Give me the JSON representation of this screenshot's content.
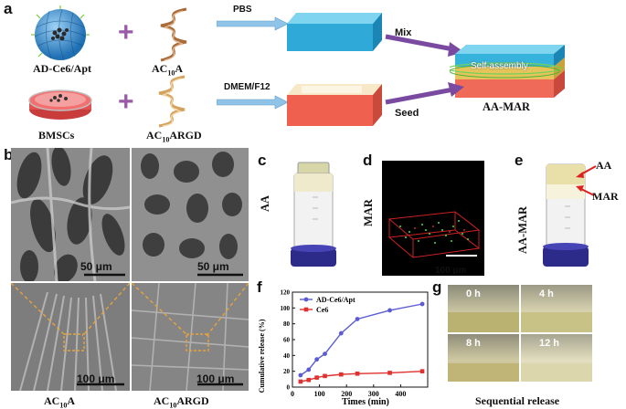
{
  "panel_a": {
    "letter": "a",
    "ad_ce6_label": "AD-Ce6/Apt",
    "ac10a_prefix": "AC",
    "ac10a_sub": "10",
    "ac10a_suffix": "A",
    "bmsc_label": "BMSCs",
    "ac10argd_prefix": "AC",
    "ac10argd_sub": "10",
    "ac10argd_suffix": "ARGD",
    "arrow_pbs": "PBS",
    "arrow_dmem": "DMEM/F12",
    "arrow_mix": "Mix",
    "arrow_seed": "Seed",
    "self_assembly": "Self-assembly",
    "result_label": "AA-MAR",
    "plus_sign": "+"
  },
  "panel_b": {
    "letter": "b",
    "scale_top_left": "50 μm",
    "scale_top_right": "50 μm",
    "scale_bottom_left": "100 μm",
    "scale_bottom_right": "100 μm",
    "cap_left_prefix": "AC",
    "cap_left_sub": "10",
    "cap_left_suffix": "A",
    "cap_right_prefix": "AC",
    "cap_right_sub": "10",
    "cap_right_suffix": "ARGD"
  },
  "panel_c": {
    "letter": "c",
    "side_label": "AA"
  },
  "panel_d": {
    "letter": "d",
    "side_label": "MAR",
    "scale": "100 μm"
  },
  "panel_e": {
    "letter": "e",
    "side_label": "AA-MAR",
    "arrow_top": "AA",
    "arrow_bottom": "MAR"
  },
  "panel_f": {
    "letter": "f",
    "chart_data": {
      "type": "line",
      "xlabel": "Times (min)",
      "ylabel": "Cumulative release (%)",
      "xlim": [
        0,
        500
      ],
      "ylim": [
        0,
        120
      ],
      "xticks": [
        "0",
        "100",
        "200",
        "300",
        "400"
      ],
      "yticks": [
        "0",
        "20",
        "40",
        "60",
        "80",
        "100",
        "120"
      ],
      "legend": "top-left",
      "series": [
        {
          "name": "AD-Ce6/Apt",
          "color": "#5b5bd6",
          "marker": "circle",
          "x": [
            30,
            60,
            90,
            120,
            180,
            240,
            360,
            480
          ],
          "y": [
            15,
            22,
            35,
            42,
            68,
            86,
            97,
            105
          ]
        },
        {
          "name": "Ce6",
          "color": "#e03030",
          "marker": "square",
          "x": [
            30,
            60,
            90,
            120,
            180,
            240,
            360,
            480
          ],
          "y": [
            7,
            9,
            12,
            14,
            16,
            17,
            18,
            20
          ]
        }
      ]
    }
  },
  "panel_g": {
    "letter": "g",
    "times": [
      "0 h",
      "4 h",
      "8 h",
      "12 h"
    ],
    "caption": "Sequential release"
  }
}
